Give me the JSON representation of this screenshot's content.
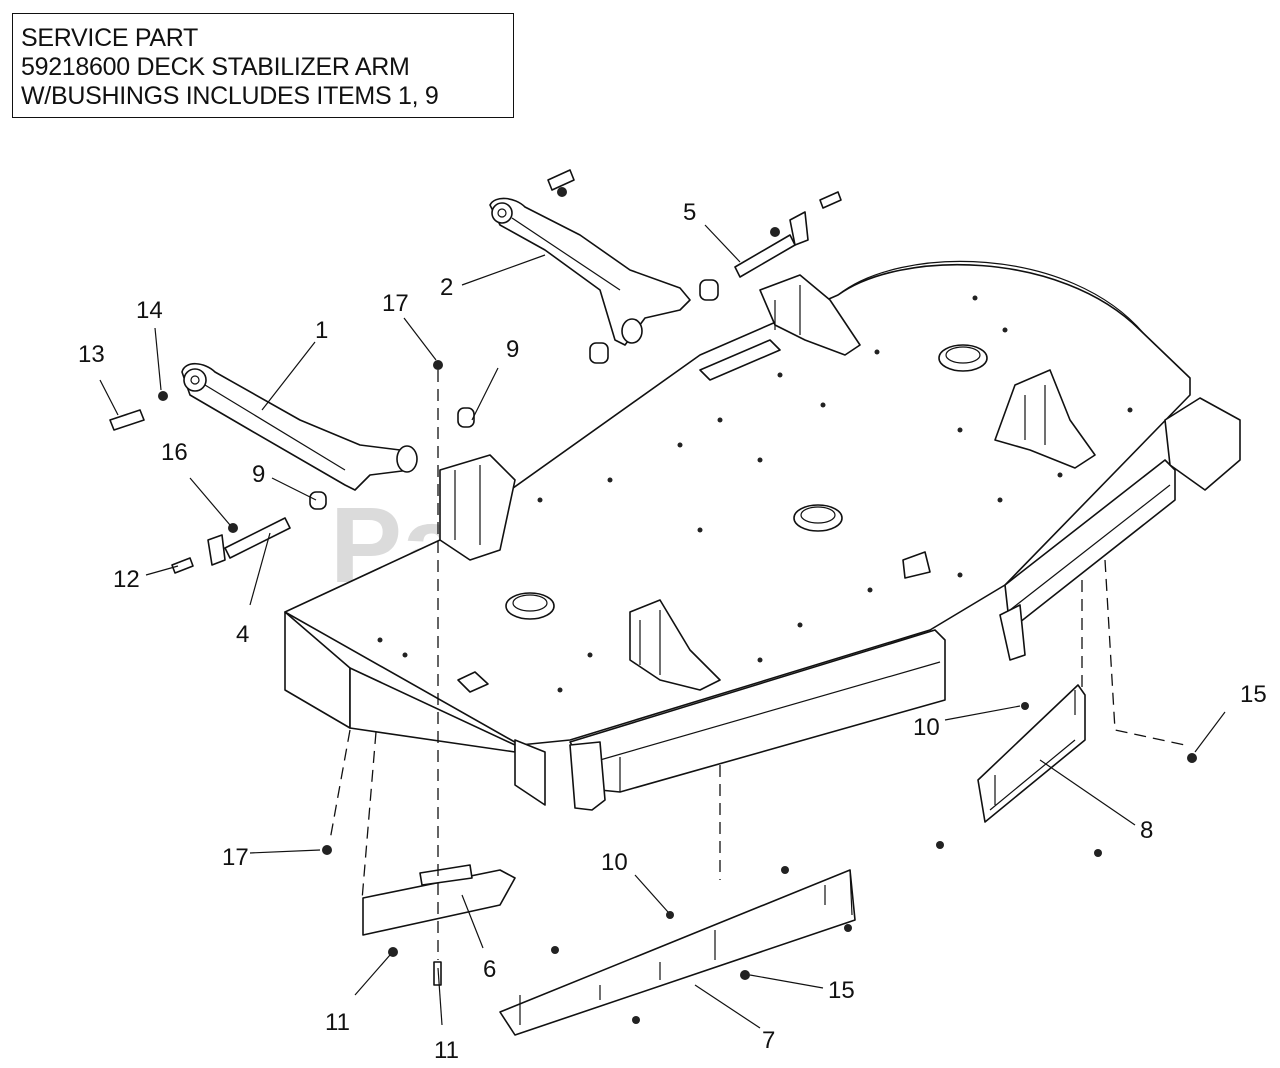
{
  "note": {
    "line1": "SERVICE PART",
    "line2": "59218600 DECK STABILIZER ARM",
    "line3": "W/BUSHINGS INCLUDES ITEMS 1, 9"
  },
  "watermark": {
    "text": "PartsTree",
    "trademark": "™"
  },
  "callouts": [
    {
      "id": "c1",
      "label": "1"
    },
    {
      "id": "c2",
      "label": "2"
    },
    {
      "id": "c4",
      "label": "4"
    },
    {
      "id": "c5",
      "label": "5"
    },
    {
      "id": "c6",
      "label": "6"
    },
    {
      "id": "c7",
      "label": "7"
    },
    {
      "id": "c8",
      "label": "8"
    },
    {
      "id": "c9a",
      "label": "9"
    },
    {
      "id": "c9b",
      "label": "9"
    },
    {
      "id": "c10a",
      "label": "10"
    },
    {
      "id": "c10b",
      "label": "10"
    },
    {
      "id": "c11a",
      "label": "11"
    },
    {
      "id": "c11b",
      "label": "11"
    },
    {
      "id": "c12",
      "label": "12"
    },
    {
      "id": "c13",
      "label": "13"
    },
    {
      "id": "c14",
      "label": "14"
    },
    {
      "id": "c15a",
      "label": "15"
    },
    {
      "id": "c15b",
      "label": "15"
    },
    {
      "id": "c16",
      "label": "16"
    },
    {
      "id": "c17a",
      "label": "17"
    },
    {
      "id": "c17b",
      "label": "17"
    }
  ]
}
